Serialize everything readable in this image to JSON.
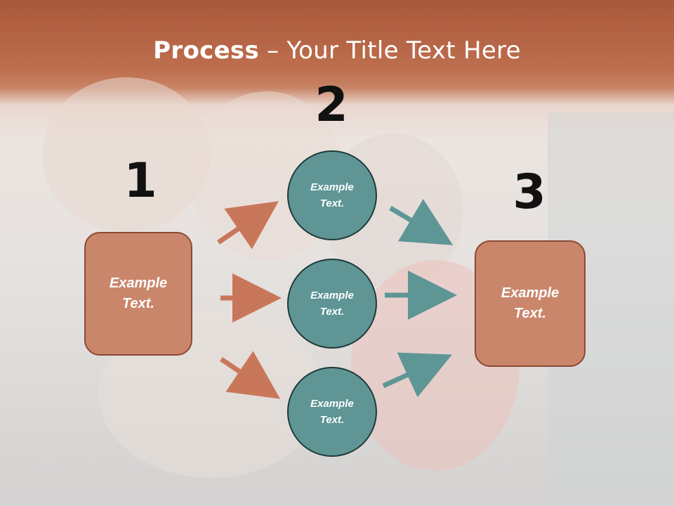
{
  "slide": {
    "title_bold": "Process",
    "title_rest": " – Your Title Text Here"
  },
  "steps": {
    "one": "1",
    "two": "2",
    "three": "3"
  },
  "boxes": {
    "left": "Example\nText.",
    "right": "Example\nText."
  },
  "circles": {
    "top": "Example\nText.",
    "middle": "Example\nText.",
    "bottom": "Example\nText."
  },
  "colors": {
    "box_fill": "#c9866a",
    "circle_fill": "#5f9595",
    "orange_arrow": "#c9775a",
    "teal_arrow": "#5e9696",
    "header_band": "#b5623f"
  }
}
